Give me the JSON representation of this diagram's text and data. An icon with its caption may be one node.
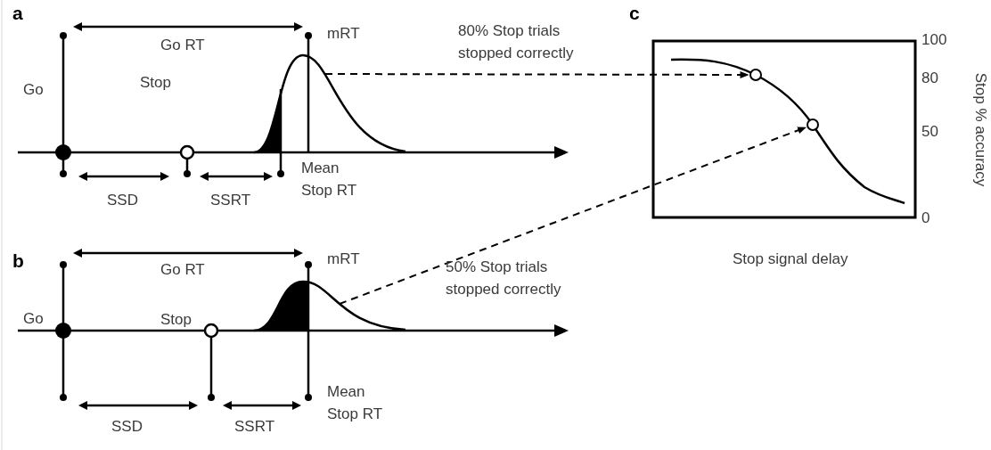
{
  "diagram": {
    "nodes": [
      {
        "text": [],
        "shape": "curve"
      },
      {
        "text": [],
        "shape": "circle"
      },
      {
        "text": [],
        "shape": "curve"
      },
      {
        "text": [],
        "shape": "circle"
      }
    ],
    "edges": [
      {
        "from": 0,
        "to": 1,
        "arrow": "to",
        "style": "dashed"
      },
      {
        "from": 2,
        "to": 3,
        "arrow": "to",
        "style": "dashed"
      }
    ],
    "labels": [
      "a",
      "Go RT",
      "mRT",
      "80% Stop trials stopped correctly",
      "Go",
      "Stop",
      "Mean Stop RT",
      "SSD",
      "SSRT",
      "c",
      "100",
      "80",
      "50",
      "0",
      "Stop % accuracy",
      "b",
      "mRT",
      "Stop signal delay",
      "Go RT",
      "50% Stop trials stopped correctly",
      "Go",
      "Stop",
      "Mean Stop RT",
      "SSD",
      "SSRT"
    ]
  }
}
